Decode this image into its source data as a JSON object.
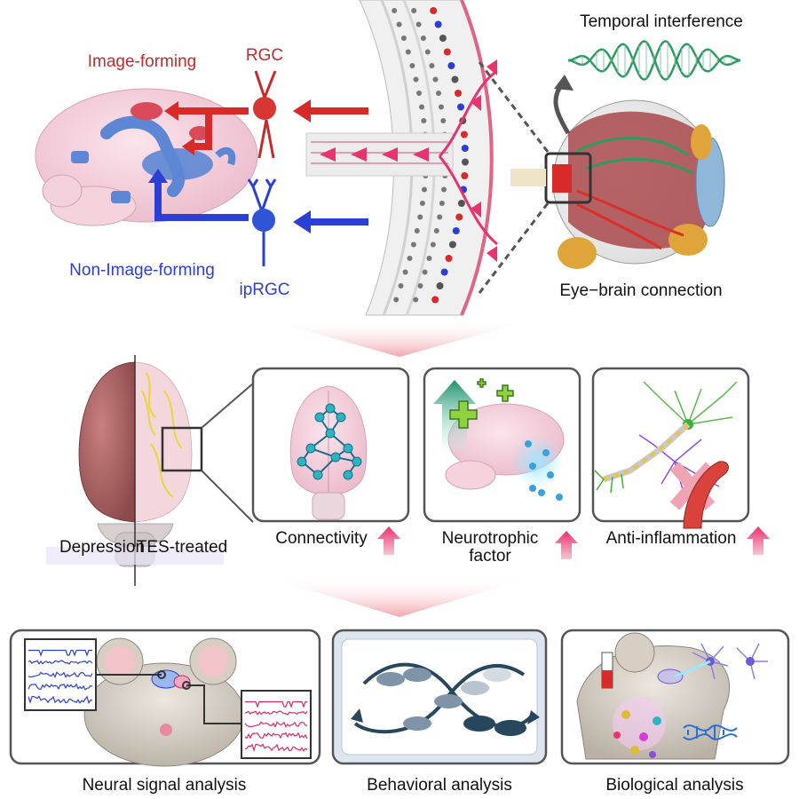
{
  "top": {
    "image_forming": "Image-forming",
    "rgc": "RGC",
    "non_image_forming": "Non-Image-forming",
    "iprgc": "ipRGC",
    "temporal_interference": "Temporal interference",
    "eye_brain_connection": "Eye−brain connection"
  },
  "middle": {
    "depression": "Depression",
    "tes_treated": "TES-treated",
    "connectivity": "Connectivity",
    "neurotrophic_line1": "Neurotrophic",
    "neurotrophic_line2": "factor",
    "anti_inflammation": "Anti-inflammation"
  },
  "bottom": {
    "neural_signal": "Neural signal analysis",
    "behavioral": "Behavioral analysis",
    "biological": "Biological analysis"
  },
  "colors": {
    "red": "#c62a2a",
    "blue": "#2b3fd6",
    "pink": "#e8336e",
    "teal": "#2bb5c0",
    "green": "#2e9c62",
    "panel_border": "#555555"
  },
  "icons": [
    "up-arrow-icon",
    "plus-icon",
    "cross-icon",
    "dna-helix-icon",
    "eye-icon",
    "neuron-icon",
    "mouse-icon",
    "brain-icon"
  ]
}
